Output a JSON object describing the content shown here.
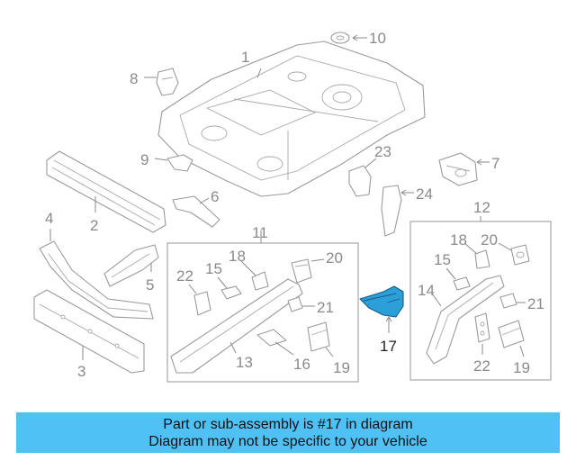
{
  "callouts": {
    "c1": "1",
    "c2": "2",
    "c3": "3",
    "c4": "4",
    "c5": "5",
    "c6": "6",
    "c7": "7",
    "c8": "8",
    "c9": "9",
    "c10": "10",
    "c11": "11",
    "c12": "12",
    "c13": "13",
    "c14": "14",
    "c15a": "15",
    "c15b": "15",
    "c16": "16",
    "c17": "17",
    "c18a": "18",
    "c18b": "18",
    "c19a": "19",
    "c19b": "19",
    "c20a": "20",
    "c20b": "20",
    "c21a": "21",
    "c21b": "21",
    "c22a": "22",
    "c22b": "22",
    "c23": "23",
    "c24": "24"
  },
  "highlight": {
    "part": "17",
    "color": "#2a9fd8"
  },
  "banner": {
    "line1": "Part or sub-assembly is #17 in diagram",
    "line2": "Diagram may not be specific to your vehicle",
    "color": "#50c1f4"
  }
}
